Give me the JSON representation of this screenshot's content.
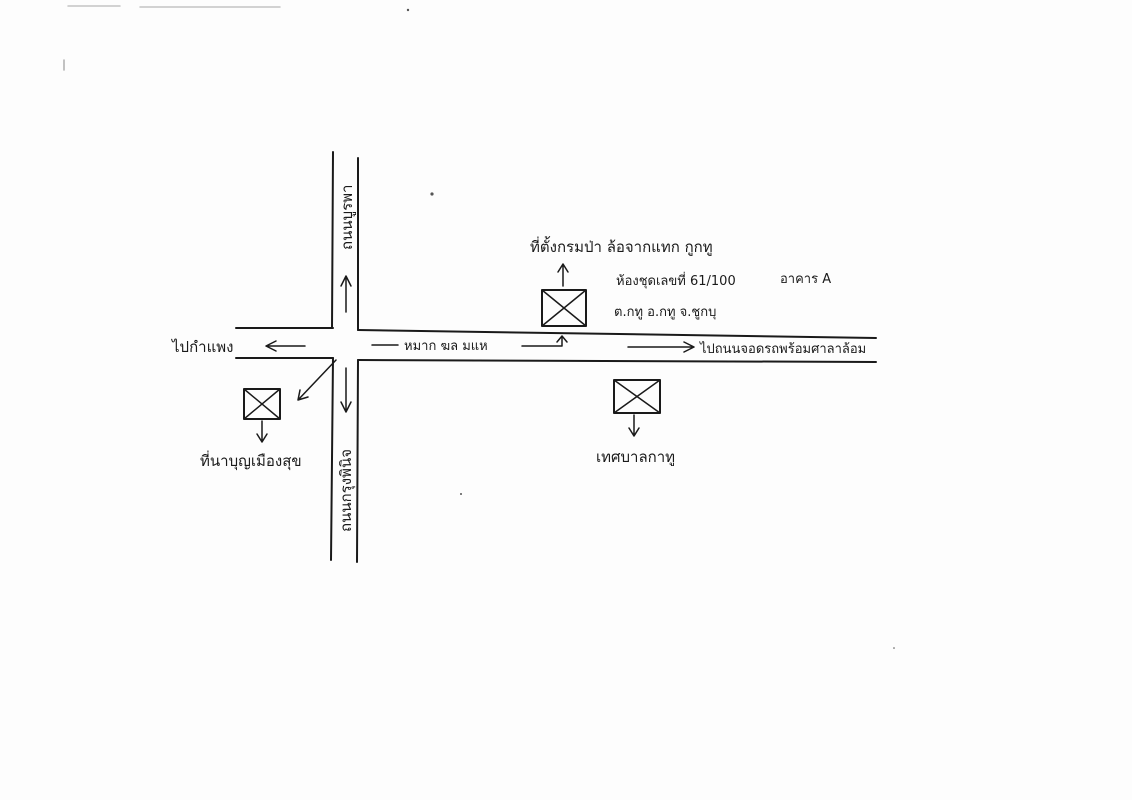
{
  "map": {
    "colors": {
      "ink": "#1a1a1a",
      "paper": "#fdfdfd"
    },
    "labels": {
      "road_north": "ถนนบูรพา",
      "road_south": "ถนนกรุงพินิจ",
      "road_west": "ไปกำแพง",
      "road_east": "ไปถนนจอดรถพร้อมศาลาล้อม",
      "road_name": "หมาก ฆล มแห",
      "target_line1": "ที่ตั้งกรมป่า ล้อจากแทก กูกทู",
      "target_line2": "ห้องชุดเลขที่ 61/100",
      "target_line3": "ต.กทู อ.กทู จ.ชูกบุ",
      "target_extra": "อาคาร A",
      "landmark_sw": "ที่นาบุญเมืองสุข",
      "landmark_se": "เทศบาลกาทู"
    },
    "icons": {
      "building_target": "building-crossed-box-icon",
      "building_sw": "building-crossed-box-icon",
      "building_se": "building-crossed-box-icon",
      "arrow": "arrow-icon"
    }
  }
}
